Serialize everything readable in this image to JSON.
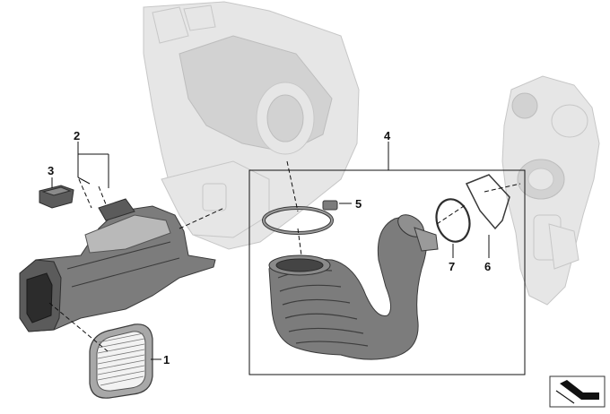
{
  "diagram": {
    "callouts": [
      {
        "id": "1",
        "label": "1"
      },
      {
        "id": "2",
        "label": "2"
      },
      {
        "id": "3",
        "label": "3"
      },
      {
        "id": "4",
        "label": "4"
      },
      {
        "id": "5",
        "label": "5"
      },
      {
        "id": "6",
        "label": "6"
      },
      {
        "id": "7",
        "label": "7"
      }
    ],
    "colors": {
      "ghost_parts": "#e6e6e6",
      "highlight_parts": "#5b5b5b",
      "callout_text": "#111111"
    }
  }
}
